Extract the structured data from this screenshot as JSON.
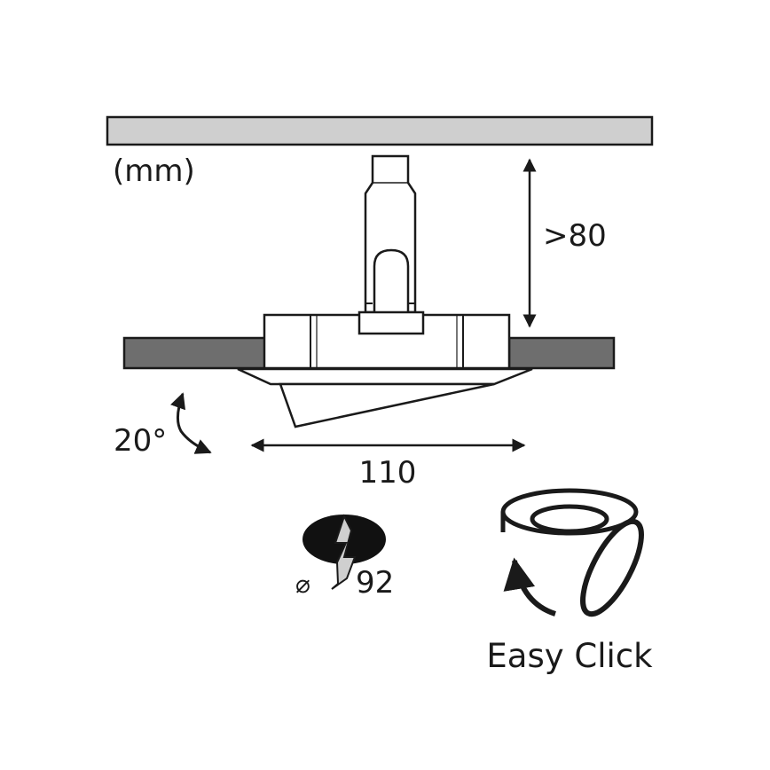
{
  "labels": {
    "unit": "(mm)",
    "mount_depth": ">80",
    "tilt_angle": "20°",
    "width": "110",
    "cutout_symbol": "⌀",
    "cutout_value": "92",
    "feature": "Easy Click"
  },
  "colors": {
    "ceiling_fill": "#cfcfcf",
    "ceiling_board_fill": "#6e6e6e",
    "outline": "#1a1a1a",
    "cutout_fill": "#111111",
    "background": "#ffffff"
  }
}
